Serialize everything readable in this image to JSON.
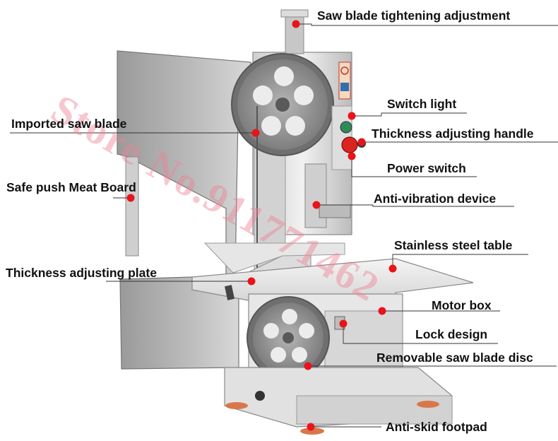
{
  "labels": [
    "Saw blade tightening adjustment",
    "Switch light",
    "Imported saw blade",
    "Thickness adjusting handle",
    "Power switch",
    "Safe push Meat Board",
    "Anti-vibration device",
    "Stainless steel table",
    "Thickness adjusting plate",
    "Motor box",
    "Lock design",
    "Removable saw blade disc",
    "Anti-skid footpad"
  ],
  "watermark": "Store No.911771462",
  "colors": {
    "marker": "#e8141b",
    "leader": "#333333",
    "steel_light": "#e4e4e4",
    "steel_mid": "#bdbdbd",
    "steel_dark": "#7a7a7a",
    "wheel": "#8f8f8f",
    "watermark": "#ee8296"
  },
  "icons": [
    "power-switch-icon",
    "switch-light-icon",
    "warning-sticker-icon"
  ]
}
